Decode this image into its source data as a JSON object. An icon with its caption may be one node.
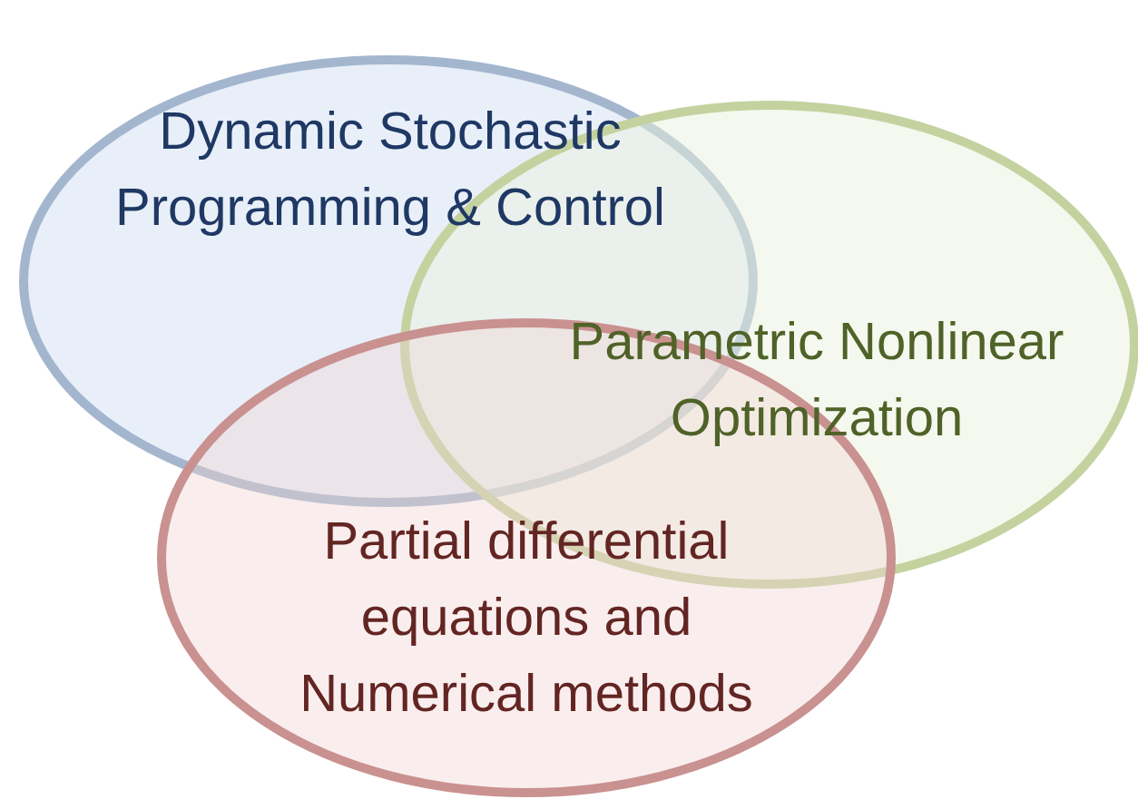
{
  "diagram": {
    "nodes": [
      {
        "text": [
          "Dynamic Stochastic Programming & Control"
        ]
      },
      {
        "text": [
          "Parametric Nonlinear Optimization"
        ]
      },
      {
        "text": [
          "Partial differential equations and Numerical methods"
        ]
      }
    ]
  }
}
